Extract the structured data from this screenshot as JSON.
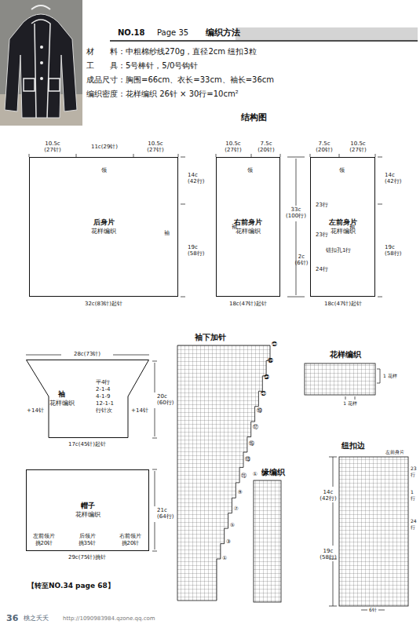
{
  "diagram": {
    "title": "结构图",
    "nodes": [
      {
        "text": [
          "后身片",
          "花样编织"
        ]
      },
      {
        "text": [
          "右前身片",
          "花样编织"
        ]
      },
      {
        "text": [
          "左前身片",
          "花样编织"
        ]
      },
      {
        "text": [
          "袖",
          "花样编织"
        ]
      },
      {
        "text": [
          "帽子",
          "花样编织"
        ]
      }
    ],
    "labels": [
      "NO.18",
      "Page 35",
      "编织方法",
      "材　　料：中粗棉纱线270g，直径2cm 纽扣3粒",
      "工　　具：5号棒针，5/0号钩针",
      "成品尺寸：胸围=66cm、衣长=33cm、袖长=36cm",
      "编织密度：花样编织 26针 × 30行=10cm²",
      "10.5c",
      "(27针)",
      "11c(29针)",
      "10.5c",
      "(27针)",
      "领",
      "14c",
      "(42行)",
      "袖",
      "19c",
      "(58行)",
      "32c(83针)起针",
      "10.5c",
      "(27针)",
      "7.5c",
      "(20针)",
      "领",
      "袖",
      "33c",
      "(100行)",
      "18c(47针)起针",
      "7.5c",
      "(20针)",
      "10.5c",
      "(27针)",
      "领",
      "14c",
      "(42行)",
      "袖",
      "19c",
      "(58行)",
      "23行",
      "23行",
      "钮扣孔1行",
      "2c",
      "(6针)",
      "24行",
      "18c(47针)起针",
      "28c(73针)",
      "平4行",
      "2-1-4",
      "4-1-9",
      "12-1-1",
      "行针次",
      "+14针",
      "+14针",
      "20c",
      "(60行)",
      "17c(45针)起针",
      "21c",
      "(64行)",
      "左前领片",
      "挑20针",
      "后领片",
      "挑35针",
      "右前领片",
      "挑20针",
      "29c(75针)挑针",
      "袖下加针",
      "花样编织",
      "1 花样",
      "1 花样",
      "缘编织",
      "①",
      "纽扣边",
      "左前身片",
      "14c",
      "(42行)",
      "19c",
      "(58行)",
      "23",
      "行",
      "1",
      "行",
      "24",
      "行",
      "6针",
      "【转至NO.34 page 68】",
      "36",
      "桃之夭夭",
      "http://1090983984.qzone.qq.com",
      "①",
      "③",
      "⑤",
      "⑦",
      "⑨",
      "⑪",
      "⑬",
      "⑮",
      "⑰",
      "⑲",
      "㉑",
      "㉓",
      "㉕",
      "㉗"
    ]
  }
}
